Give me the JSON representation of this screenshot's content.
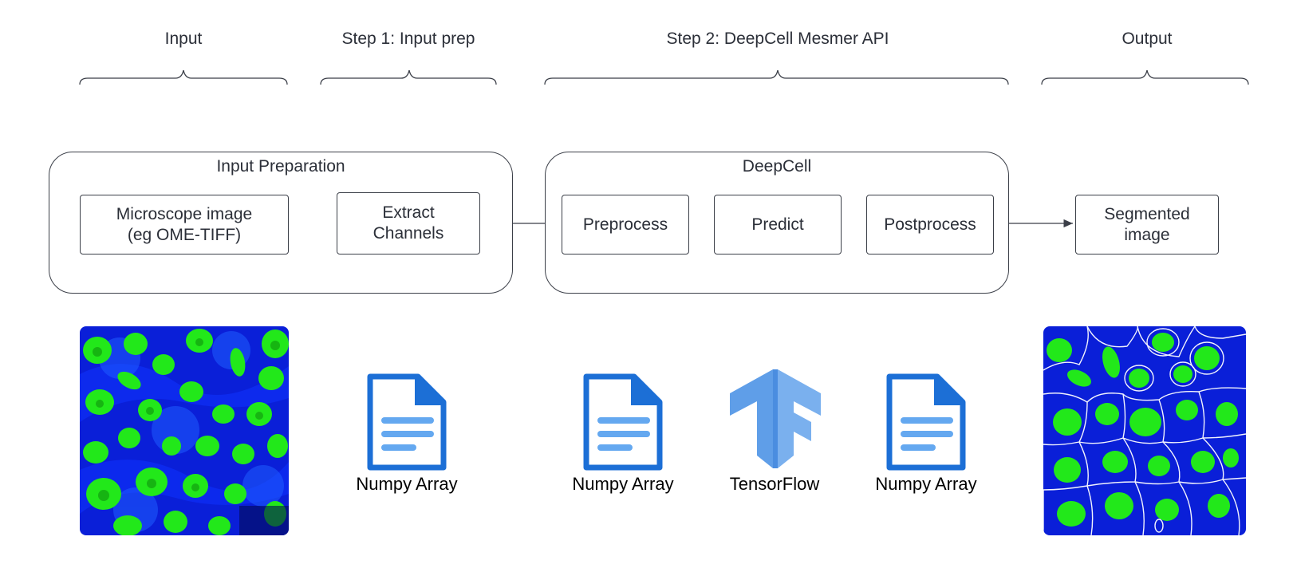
{
  "stages": [
    {
      "id": "input",
      "label": "Input"
    },
    {
      "id": "step1",
      "label": "Step 1: Input prep"
    },
    {
      "id": "step2",
      "label": "Step 2: DeepCell Mesmer API"
    },
    {
      "id": "output",
      "label": "Output"
    }
  ],
  "groups": {
    "input_prep": {
      "title": "Input Preparation"
    },
    "deepcell": {
      "title": "DeepCell"
    }
  },
  "nodes": {
    "microscope": "Microscope image\n(eg OME-TIFF)",
    "extract": "Extract\nChannels",
    "preprocess": "Preprocess",
    "predict": "Predict",
    "postprocess": "Postprocess",
    "segmented": "Segmented\nimage"
  },
  "assets": {
    "numpy1": "Numpy Array",
    "numpy2": "Numpy Array",
    "tensorflow": "TensorFlow",
    "numpy3": "Numpy Array"
  },
  "colors": {
    "line": "#3b3f48",
    "doc_blue": "#1c6fd6",
    "doc_light": "#64a8f0",
    "tf_blue": "#5f9ee8",
    "micro_bg": "#0a1fd8",
    "nuclei": "#22e81a"
  },
  "icons": [
    "microscope-image",
    "document-icon",
    "tensorflow-logo",
    "segmented-image"
  ]
}
